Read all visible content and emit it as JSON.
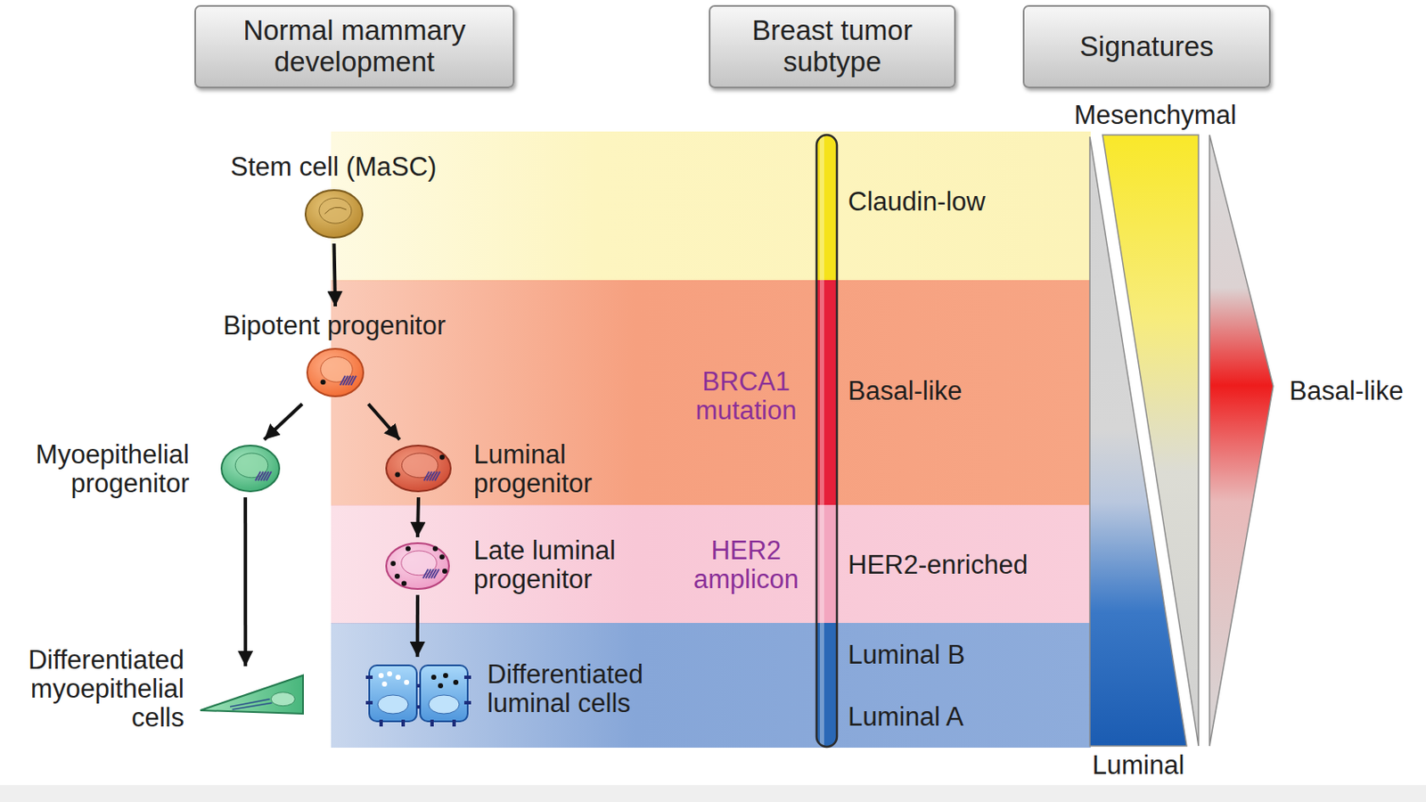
{
  "diagram": {
    "nodes": [
      {
        "text": [
          "Normal mammary development"
        ]
      },
      {
        "text": [
          "Breast tumor subtype"
        ]
      },
      {
        "text": [
          "Signatures"
        ]
      },
      {
        "text": [
          "Stem cell (MaSC)"
        ]
      },
      {
        "text": [
          "Bipotent progenitor"
        ]
      },
      {
        "text": [
          "Myoepithelial progenitor"
        ]
      },
      {
        "text": [
          "Luminal progenitor"
        ]
      },
      {
        "text": [
          "Late luminal progenitor"
        ]
      },
      {
        "text": [
          "Differentiated luminal cells"
        ]
      },
      {
        "text": [
          "Differentiated myoepithelial cells"
        ]
      }
    ],
    "edges": [
      {
        "from": 3,
        "to": 4,
        "arrow": "to"
      },
      {
        "from": 4,
        "to": 5,
        "arrow": "to"
      },
      {
        "from": 4,
        "to": 6,
        "arrow": "to"
      },
      {
        "from": 6,
        "to": 7,
        "arrow": "to"
      },
      {
        "from": 7,
        "to": 8,
        "arrow": "to"
      },
      {
        "from": 5,
        "to": 9,
        "arrow": "to"
      }
    ],
    "labels": [
      "BRCA1 mutation",
      "HER2 amplicon",
      "Claudin-low",
      "Basal-like",
      "HER2-enriched",
      "Luminal B",
      "Luminal A",
      "Mesenchymal",
      "Basal-like",
      "Luminal"
    ]
  }
}
